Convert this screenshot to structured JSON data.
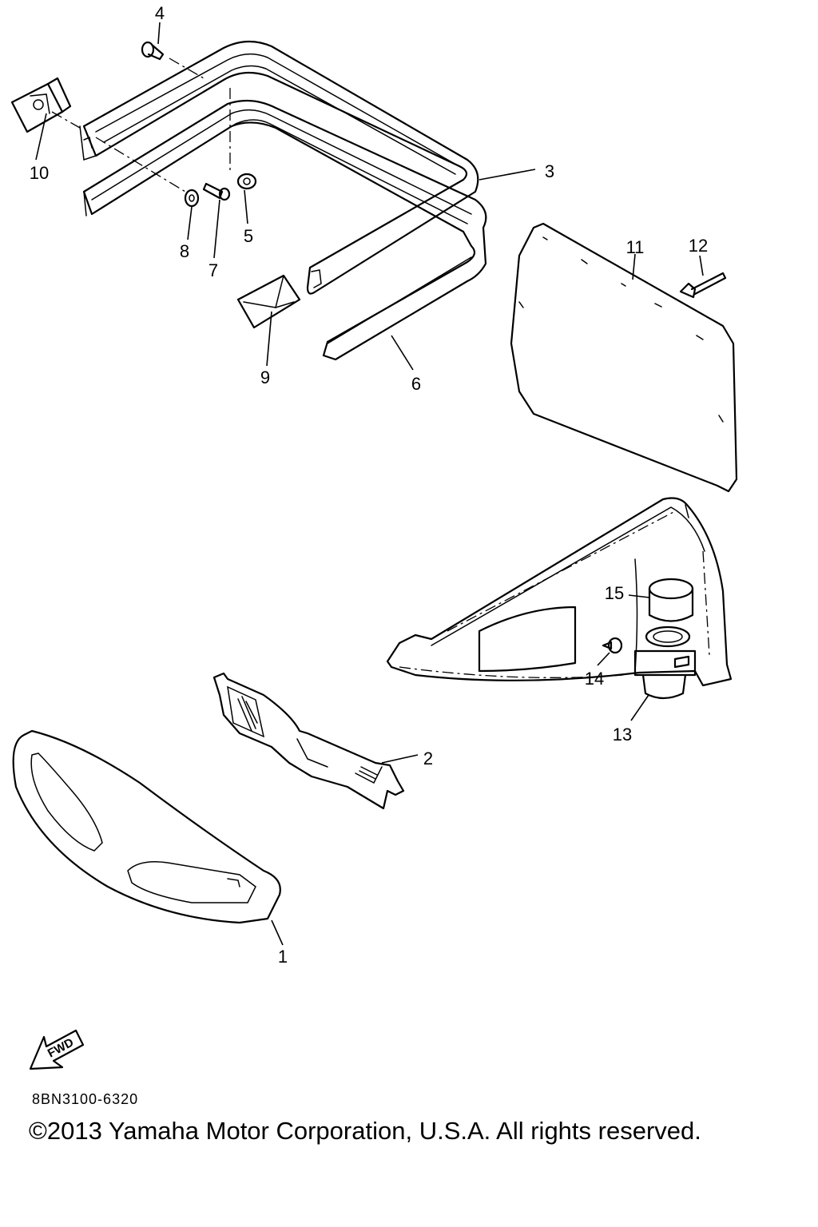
{
  "callouts": [
    "1",
    "2",
    "3",
    "4",
    "5",
    "6",
    "7",
    "8",
    "9",
    "10",
    "11",
    "12",
    "13",
    "14",
    "15"
  ],
  "fwd_label": "FWD",
  "part_code": "8BN3100-6320",
  "copyright": "©2013 Yamaha Motor Corporation, U.S.A. All rights reserved."
}
